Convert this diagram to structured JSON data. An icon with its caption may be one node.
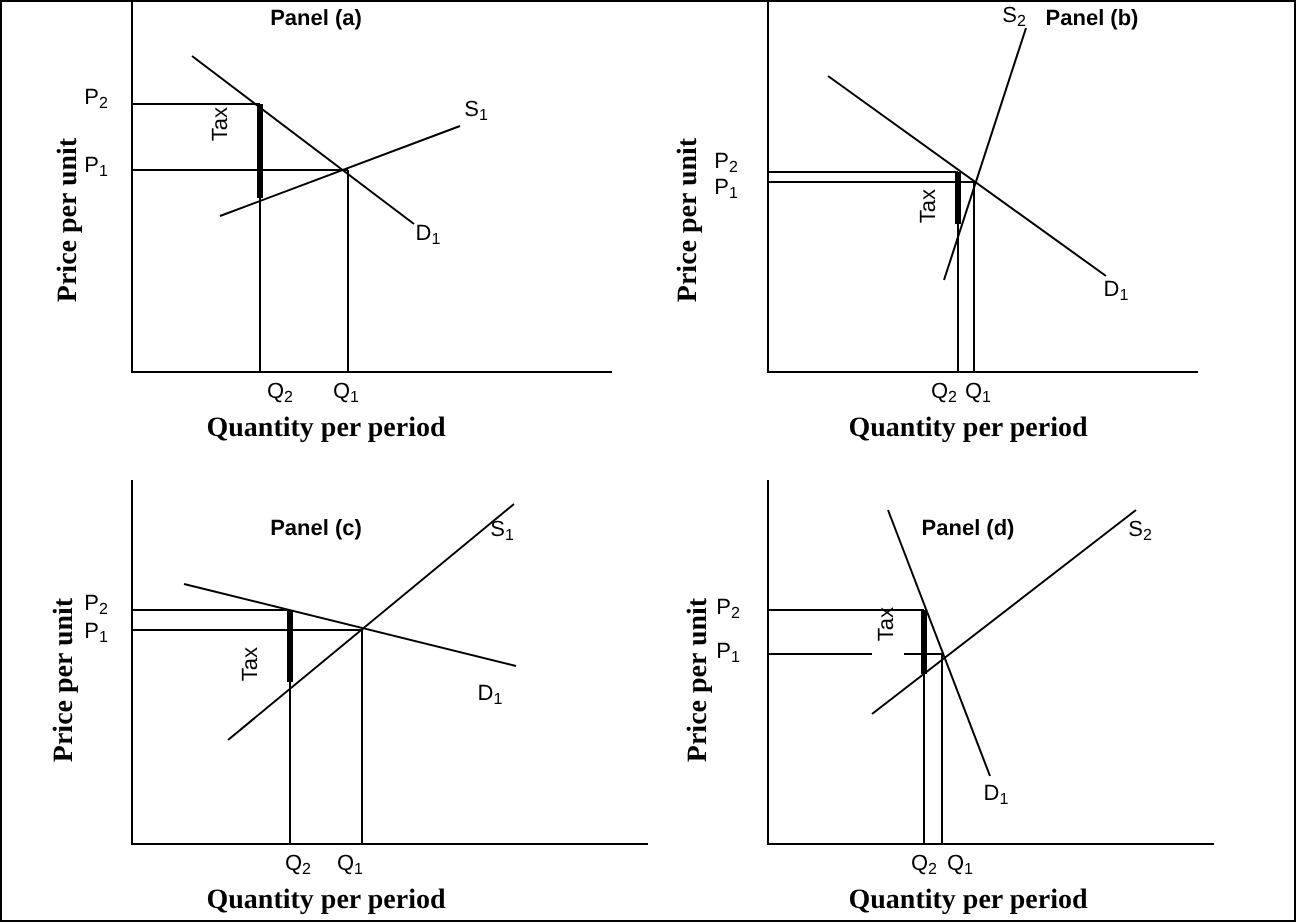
{
  "diagram": {
    "labels": [
      "Panel (a)",
      "P$_{2}$",
      "P$_{1}$",
      "Tax",
      "S$_{1}$",
      "D$_{1}$",
      "Q$_{2}$",
      "Q$_{1}$",
      "Price per unit",
      "Quantity per period",
      "Panel (b)",
      "P$_{2}$",
      "P$_{1}$",
      "Tax",
      "S$_{2}$",
      "D$_{1}$",
      "Q$_{2}$",
      "Q$_{1}$",
      "Price per unit",
      "Quantity per period",
      "Panel (c)",
      "P$_{2}$",
      "P$_{1}$",
      "Tax",
      "S$_{1}$",
      "D$_{1}$",
      "Q$_{2}$",
      "Q$_{1}$",
      "Price per unit",
      "Quantity per period",
      "Panel (d)",
      "P$_{2}$",
      "P$_{1}$",
      "Tax",
      "S$_{2}$",
      "D$_{1}$",
      "Q$_{2}$",
      "Q$_{1}$",
      "Price per unit",
      "Quantity per period"
    ]
  }
}
